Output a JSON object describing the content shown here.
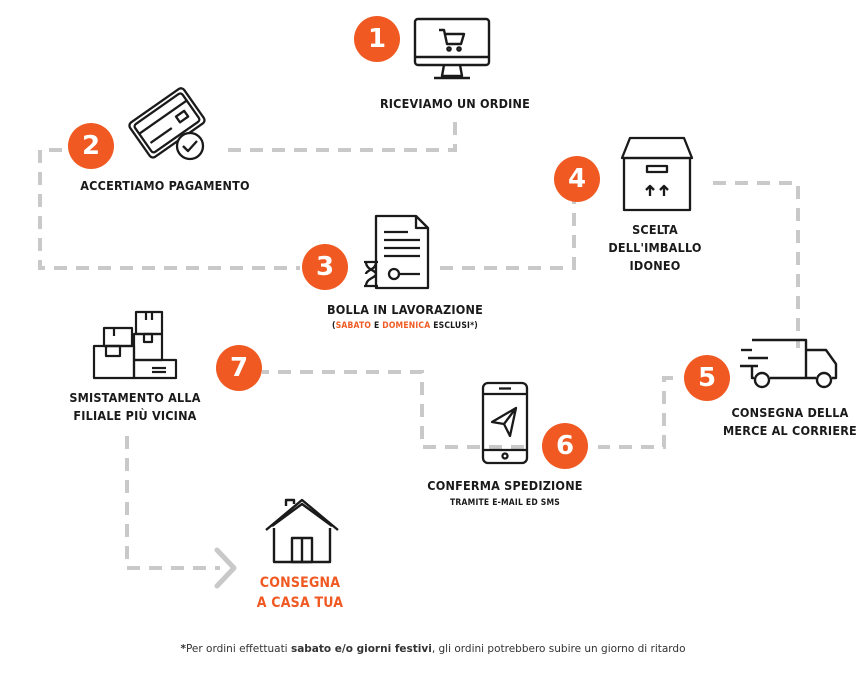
{
  "steps": [
    {
      "number": "1",
      "label": "RICEVIAMO UN ORDINE",
      "icon": "monitor-cart-icon"
    },
    {
      "number": "2",
      "label": "ACCERTIAMO PAGAMENTO",
      "icon": "credit-card-check-icon"
    },
    {
      "number": "3",
      "label": "BOLLA IN LAVORAZIONE",
      "note": {
        "open": "(",
        "sabato": "SABATO",
        "e": " E ",
        "domenica": "DOMENICA",
        "rest": " ESCLUSI*)"
      },
      "icon": "document-hourglass-icon"
    },
    {
      "number": "4",
      "label_line1": "SCELTA",
      "label_line2": "DELL'IMBALLO",
      "label_line3": "IDONEO",
      "icon": "package-box-icon"
    },
    {
      "number": "5",
      "label_line1": "CONSEGNA DELLA",
      "label_line2": "MERCE AL CORRIERE",
      "icon": "delivery-truck-icon"
    },
    {
      "number": "6",
      "label": "CONFERMA SPEDIZIONE",
      "sub": "TRAMITE E-MAIL ED SMS",
      "icon": "smartphone-send-icon"
    },
    {
      "number": "7",
      "label_line1": "SMISTAMENTO ALLA",
      "label_line2": "FILIALE PIÙ VICINA",
      "icon": "stacked-boxes-icon"
    }
  ],
  "final": {
    "line1": "CONSEGNA",
    "line2": "A CASA TUA",
    "icon": "house-icon"
  },
  "footnote": {
    "mark": "*",
    "pre": "Per ordini effettuati ",
    "bold": "sabato e/o giorni festivi",
    "post": ", gli ordini potrebbero subire un giorno di ritardo"
  },
  "colors": {
    "accent": "#f05a22",
    "dash": "#c8c8c8",
    "ink": "#1a1a1a"
  }
}
